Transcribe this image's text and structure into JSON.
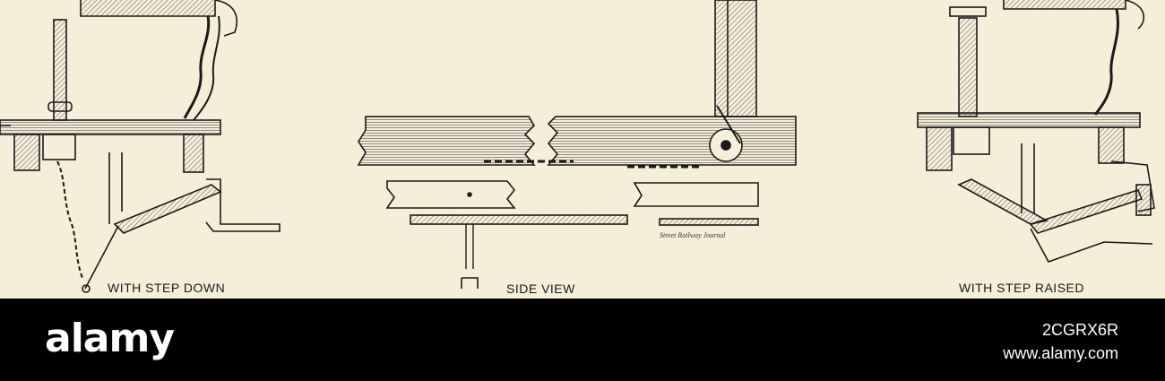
{
  "captions": {
    "left": "WITH STEP DOWN",
    "center": "SIDE VIEW",
    "right": "WITH STEP RAISED"
  },
  "credit": "Street Railway Journal",
  "watermark": {
    "logo": "alamy",
    "image_id": "2CGRX6R",
    "url": "www.alamy.com"
  },
  "colors": {
    "paper": "#f5efda",
    "ink": "#1a1a1a",
    "band": "#000000"
  }
}
